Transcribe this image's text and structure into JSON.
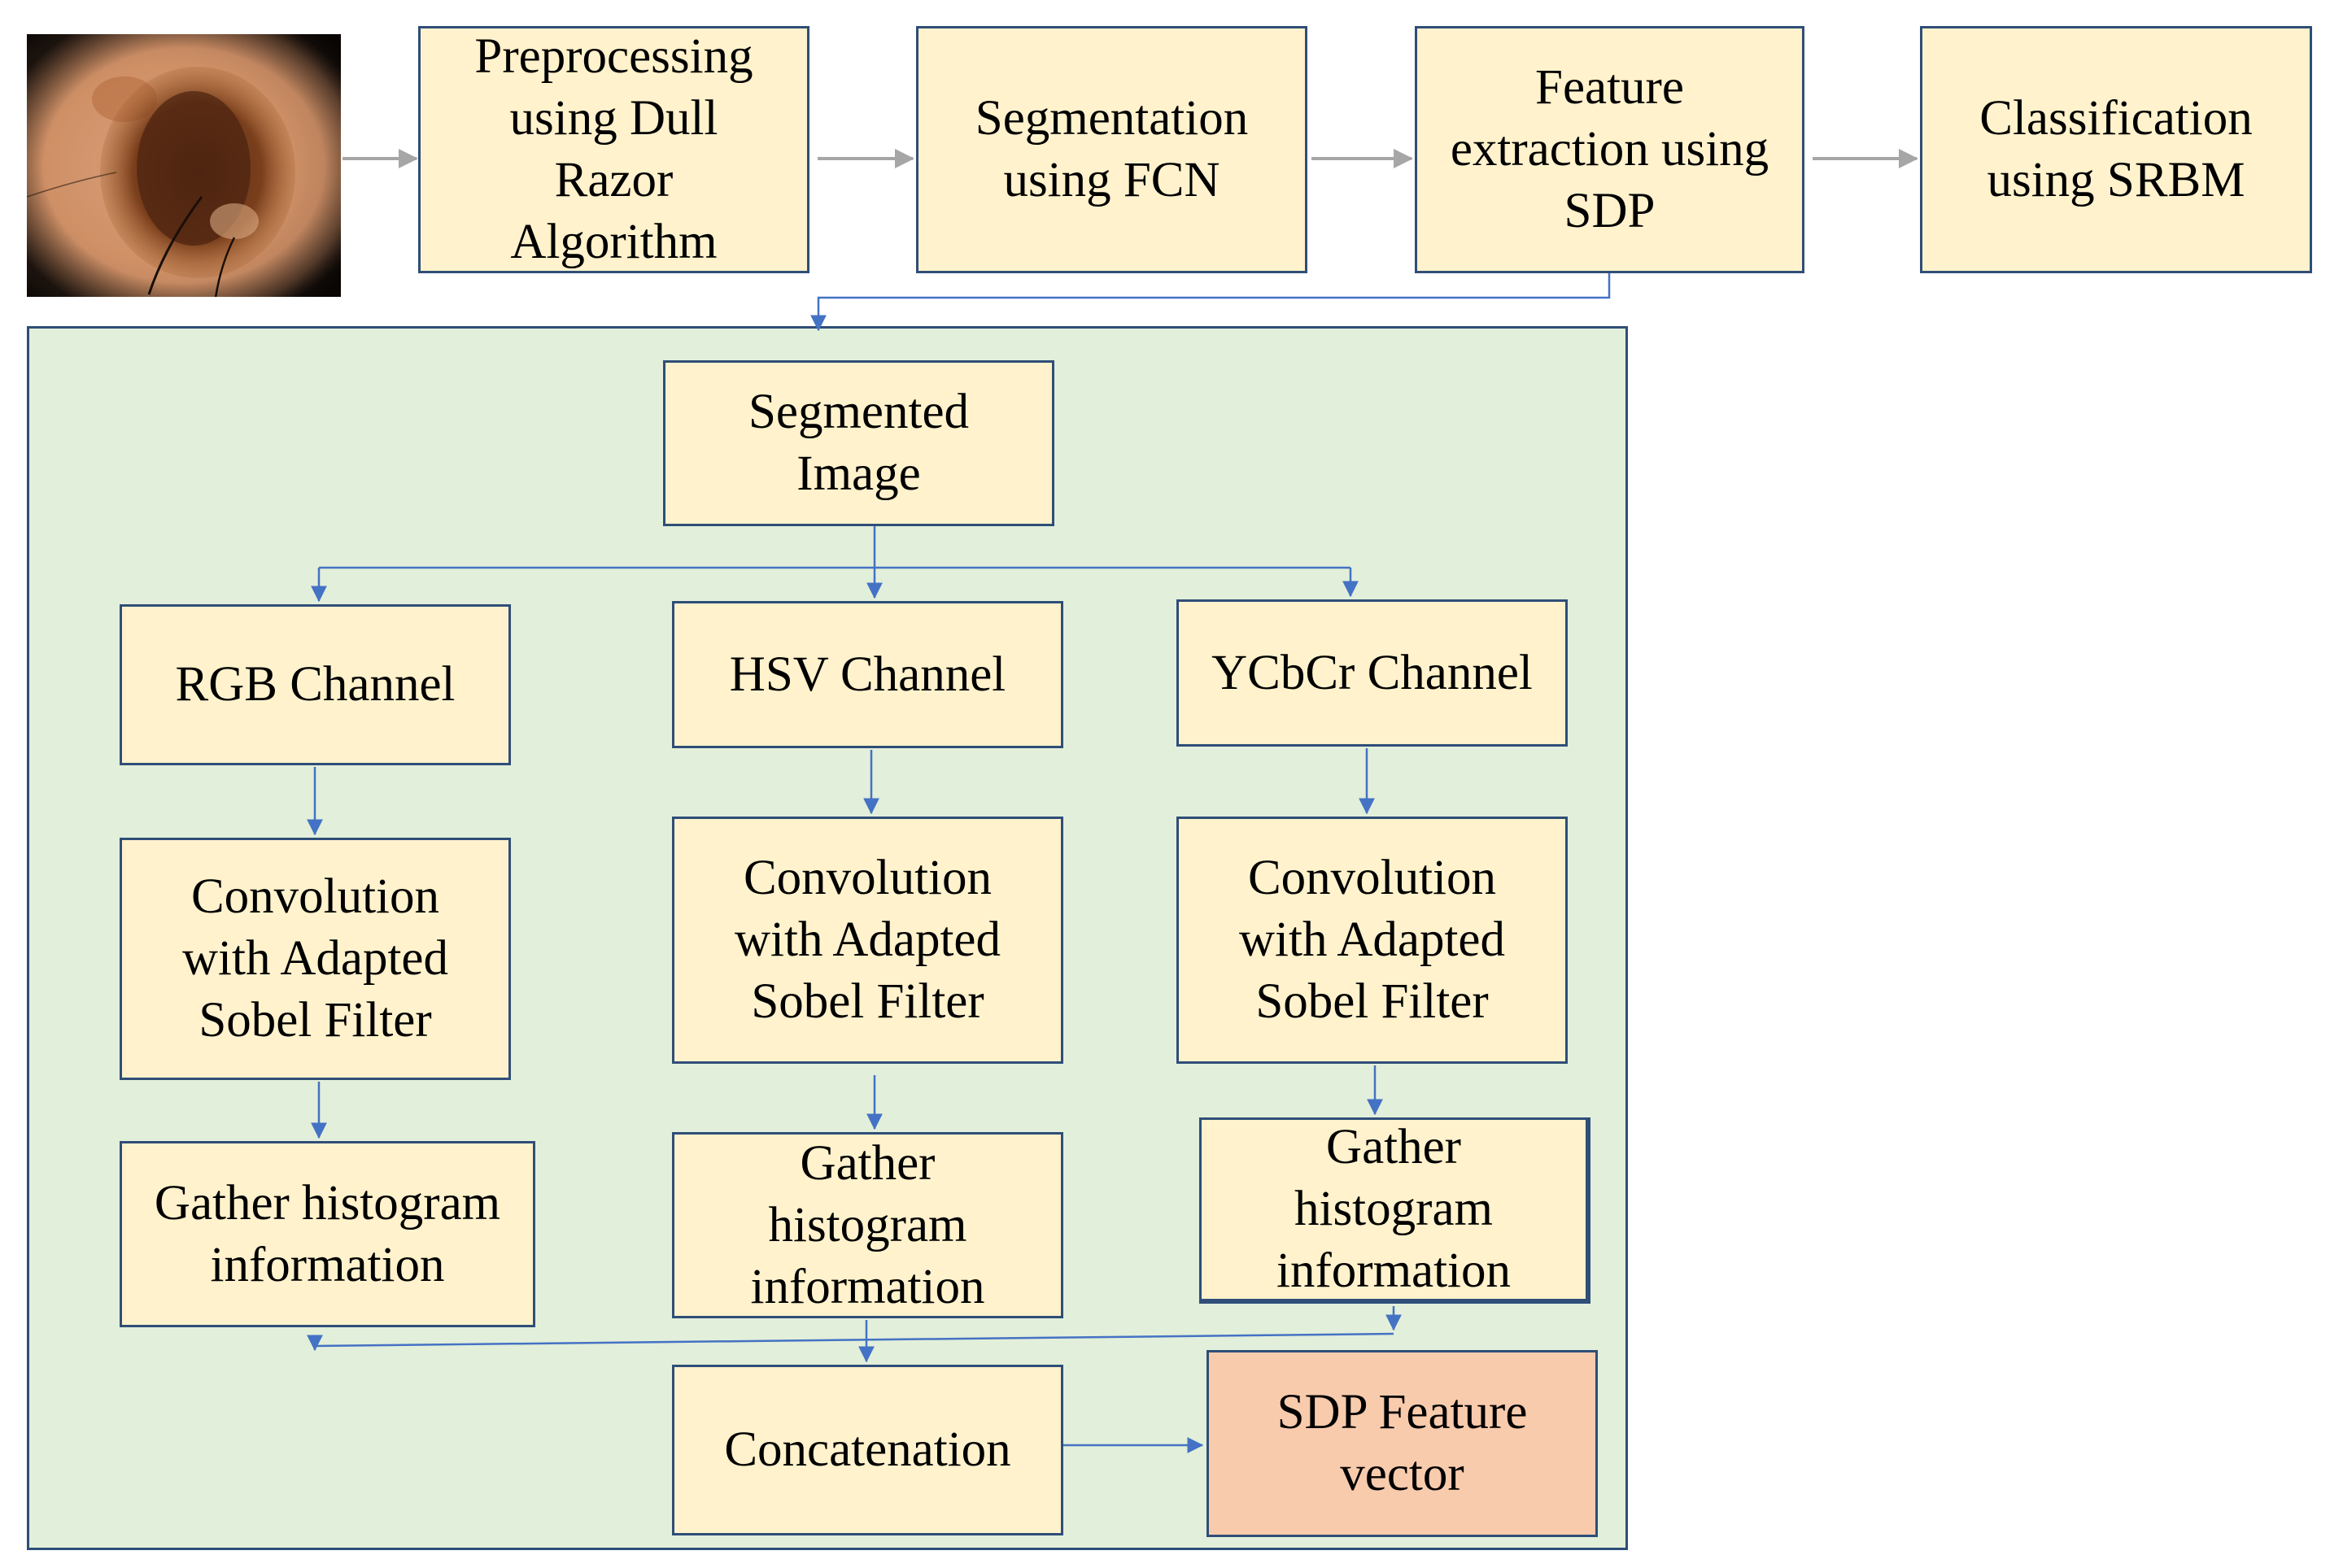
{
  "colors": {
    "box_fill": "#FFF2CC",
    "box_border": "#2F4E78",
    "panel_fill": "#E2EFDA",
    "output_fill": "#F8CBAD",
    "top_arrow": "#A6A6A6",
    "inner_arrow": "#4472C4"
  },
  "input_image": {
    "icon": "dermoscopy-lesion-image"
  },
  "pipeline": {
    "preprocessing": "Preprocessing\nusing Dull\nRazor\nAlgorithm",
    "segmentation": "Segmentation\nusing FCN",
    "feature_extraction": "Feature\nextraction using\nSDP",
    "classification": "Classification\nusing SRBM"
  },
  "sdp": {
    "segmented_image": "Segmented\nImage",
    "channels": [
      {
        "channel": "RGB Channel",
        "convolution": "Convolution\nwith Adapted\nSobel Filter",
        "histogram": "Gather histogram\ninformation"
      },
      {
        "channel": "HSV Channel",
        "convolution": "Convolution\nwith Adapted\nSobel Filter",
        "histogram": "Gather\nhistogram\ninformation"
      },
      {
        "channel": "YCbCr Channel",
        "convolution": "Convolution\nwith Adapted\nSobel Filter",
        "histogram": "Gather\nhistogram\ninformation"
      }
    ],
    "concatenation": "Concatenation",
    "output": "SDP Feature\nvector"
  }
}
